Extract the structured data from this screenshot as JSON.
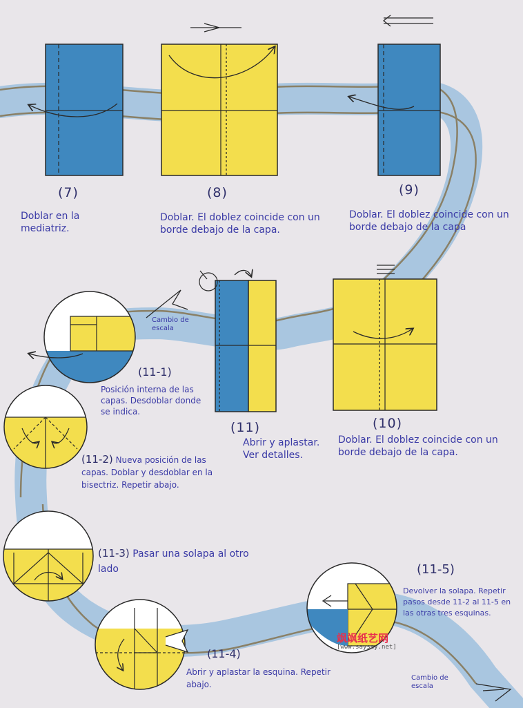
{
  "colors": {
    "paper": "#e9e6ea",
    "river": "#a9c6e0",
    "river_edge": "#8a8066",
    "blue": "#3f88bf",
    "yellow": "#f3de4d",
    "ink": "#3a3aa6",
    "line": "#2a2a2a"
  },
  "steps": [
    {
      "id": "7",
      "number": "(7)",
      "caption": "Doblar en la mediatriz."
    },
    {
      "id": "8",
      "number": "(8)",
      "caption": "Doblar. El doblez coincide con un borde debajo de la capa."
    },
    {
      "id": "9",
      "number": "(9)",
      "caption": "Doblar. El doblez coincide con un borde debajo de la capa"
    },
    {
      "id": "10",
      "number": "(10)",
      "caption": "Doblar. El doblez coincide con un borde debajo de la capa."
    },
    {
      "id": "11",
      "number": "(11)",
      "caption": "Abrir y aplastar. Ver detalles."
    },
    {
      "id": "11-1",
      "number": "(11-1)",
      "caption": "Posición interna de las capas. Desdoblar donde se indica."
    },
    {
      "id": "11-2",
      "number": "(11-2)",
      "caption": "Nueva posición de las capas. Doblar y desdoblar en la bisectriz. Repetir abajo."
    },
    {
      "id": "11-3",
      "number": "(11-3)",
      "caption": "Pasar una solapa al otro lado"
    },
    {
      "id": "11-4",
      "number": "(11-4)",
      "caption": "Abrir y aplastar la esquina. Repetir abajo."
    },
    {
      "id": "11-5",
      "number": "(11-5)",
      "caption": "Devolver la solapa. Repetir pasos desde 11-2 al 11-5 en las otras tres esquinas."
    }
  ],
  "scale_notes": [
    "Cambio de escala",
    "Cambio de escala"
  ],
  "watermark": {
    "brand": "飒飒纸艺网",
    "url": "[www.saysay.net]"
  }
}
